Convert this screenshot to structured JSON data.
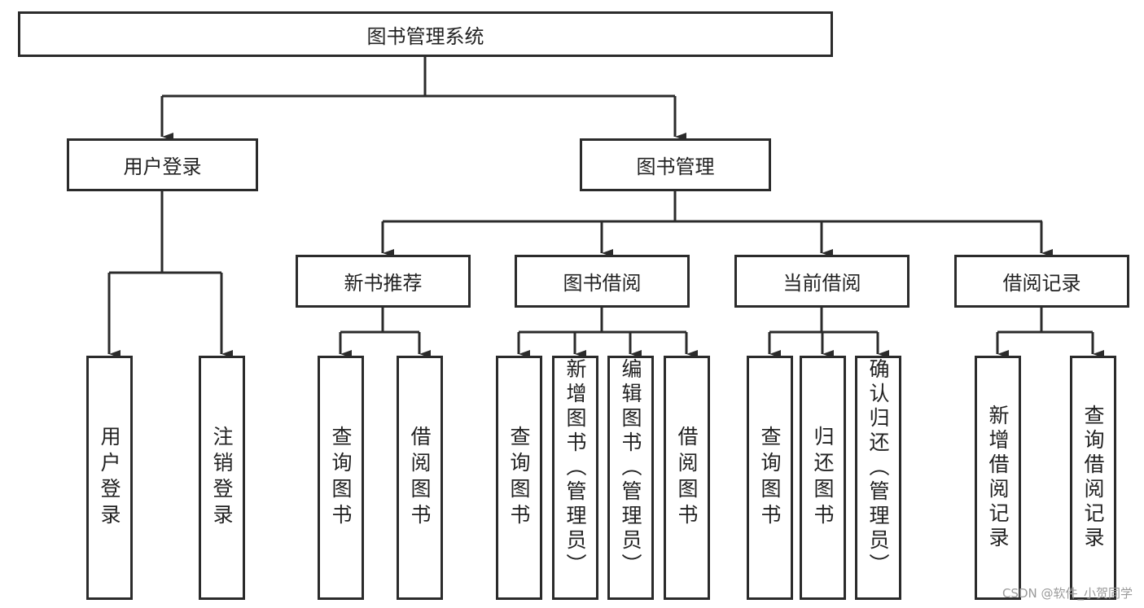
{
  "root": "图书管理系统",
  "level1": [
    "用户登录",
    "图书管理"
  ],
  "user_children": [
    "用户登录",
    "注销登录"
  ],
  "book_modules": [
    {
      "label": "新书推荐",
      "children": [
        "查询图书",
        "借阅图书"
      ]
    },
    {
      "label": "图书借阅",
      "children": [
        "查询图书",
        "新增图书（管理员）",
        "编辑图书（管理员）",
        "借阅图书"
      ]
    },
    {
      "label": "当前借阅",
      "children": [
        "查询图书",
        "归还图书",
        "确认归还（管理员）"
      ]
    },
    {
      "label": "借阅记录",
      "children": [
        "新增借阅记录",
        "查询借阅记录"
      ]
    }
  ],
  "watermark": "CSDN @软件_小贺同学",
  "colors": {
    "line": "#2b2b2b",
    "text": "#222222",
    "watermark": "#9a9a9a"
  }
}
